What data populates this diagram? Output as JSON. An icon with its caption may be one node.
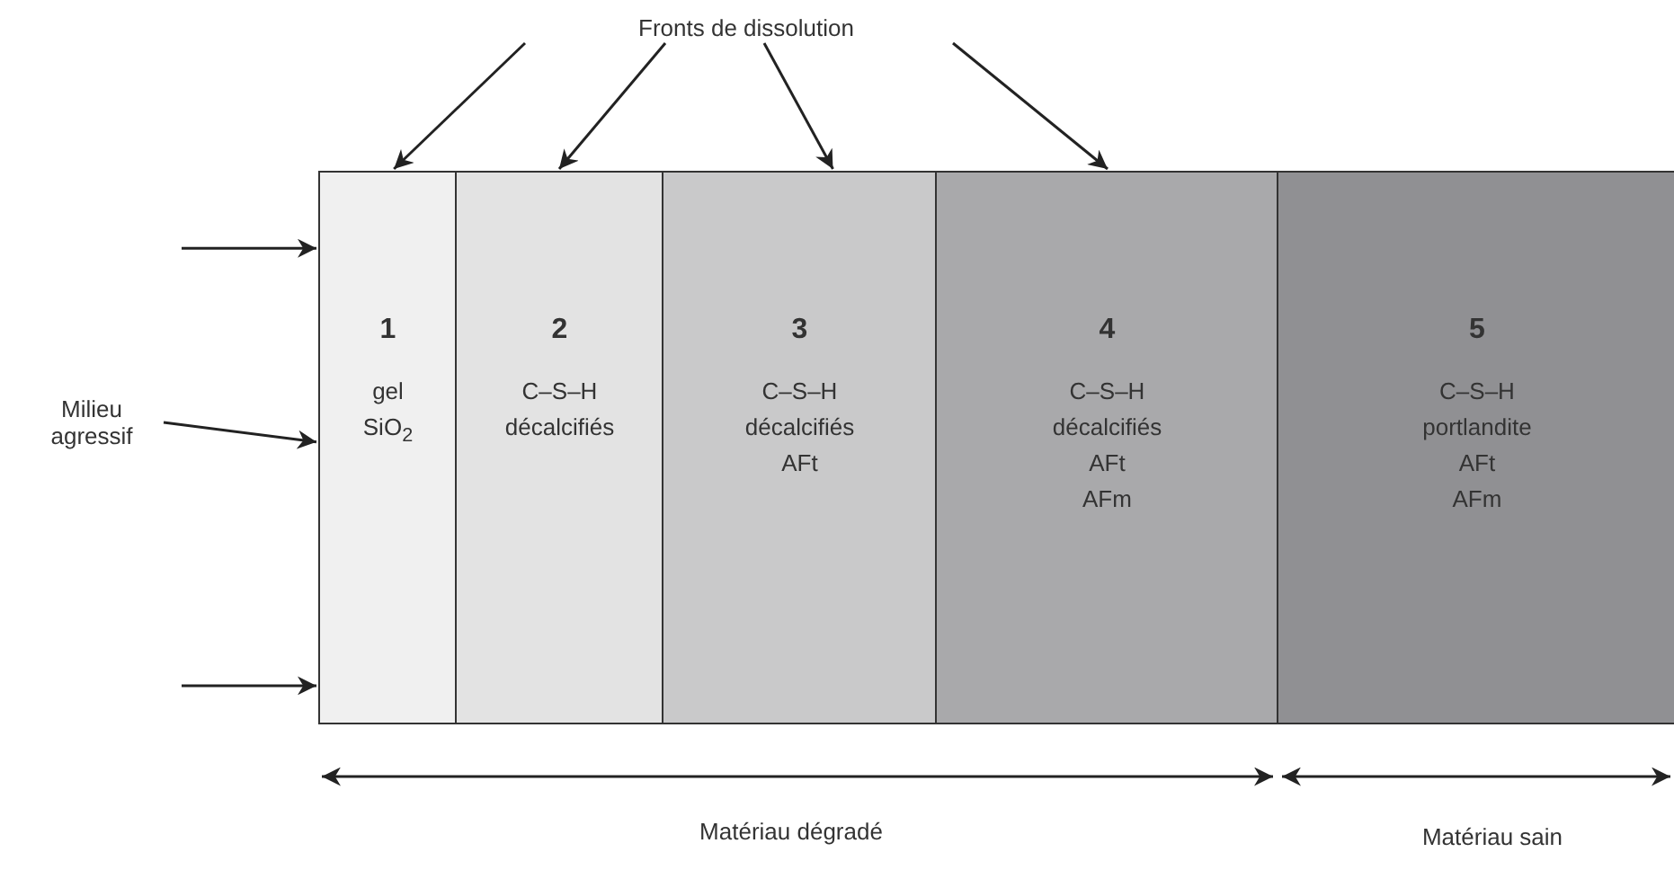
{
  "diagram": {
    "nodes": [
      {
        "text": [
          "Fronts de dissolution"
        ]
      },
      {
        "text": [
          "Milieu agressif"
        ]
      },
      {
        "text": [
          "1",
          "gel",
          "SiO$_{2}$"
        ]
      },
      {
        "text": [
          "2",
          "C–S–H",
          "décalcifiés"
        ]
      },
      {
        "text": [
          "3",
          "C–S–H",
          "décalcifiés",
          "AFt"
        ]
      },
      {
        "text": [
          "4",
          "C–S–H",
          "décalcifiés",
          "AFt",
          "AFm"
        ]
      },
      {
        "text": [
          "5",
          "C–S–H",
          "portlandite",
          "AFt",
          "AFm"
        ]
      }
    ],
    "edges": [
      {
        "from": 0,
        "to": 2,
        "arrow": "to"
      },
      {
        "from": 0,
        "to": 3,
        "arrow": "to"
      },
      {
        "from": 0,
        "to": 4,
        "arrow": "to"
      },
      {
        "from": 0,
        "to": 5,
        "arrow": "to"
      },
      {
        "from": null,
        "to": 2,
        "arrow": "to"
      },
      {
        "from": 1,
        "to": 2,
        "arrow": "to"
      },
      {
        "from": null,
        "to": 2,
        "arrow": "to"
      }
    ],
    "labels": [
      "Matériau dégradé",
      "Matériau sain"
    ]
  }
}
